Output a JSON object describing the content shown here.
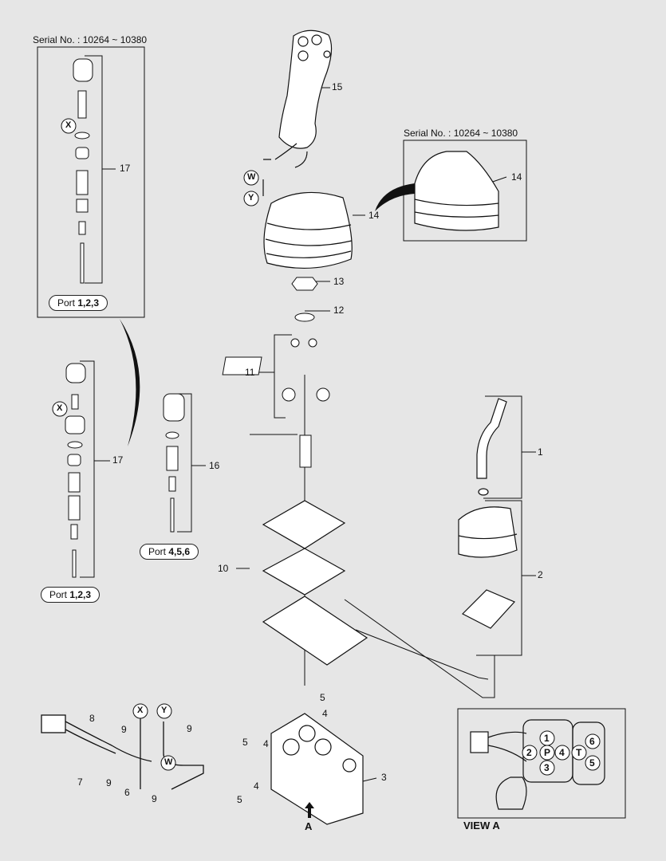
{
  "serial_top_left": "Serial No. : 10264 ~ 10380",
  "serial_right": "Serial No. : 10264 ~ 10380",
  "ports": {
    "p123_top": {
      "prefix": "Port",
      "value": "1,2,3"
    },
    "p123_bottom": {
      "prefix": "Port",
      "value": "1,2,3"
    },
    "p456": {
      "prefix": "Port",
      "value": "4,5,6"
    }
  },
  "callouts": {
    "c1": "1",
    "c2": "2",
    "c3": "3",
    "c4a": "4",
    "c4b": "4",
    "c4c": "4",
    "c5a": "5",
    "c5b": "5",
    "c5c": "5",
    "c6": "6",
    "c7": "7",
    "c8": "8",
    "c9a": "9",
    "c9b": "9",
    "c9c": "9",
    "c9d": "9",
    "c10": "10",
    "c11": "11",
    "c12": "12",
    "c13": "13",
    "c14a": "14",
    "c14b": "14",
    "c15": "15",
    "c16": "16",
    "c17a": "17",
    "c17b": "17"
  },
  "circle_labels": {
    "x1": "X",
    "x2": "X",
    "x3": "X",
    "w1": "W",
    "w2": "W",
    "y1": "Y",
    "y2": "Y"
  },
  "view_a_ports": [
    "1",
    "2",
    "P",
    "4",
    "T",
    "6",
    "3",
    "5"
  ],
  "view_a_label": "VIEW A",
  "arrow_label": "A"
}
